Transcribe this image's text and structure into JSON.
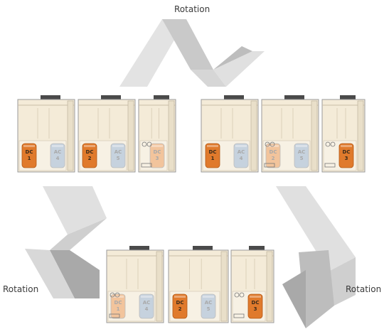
{
  "labels": {
    "rotation_top": "Rotation",
    "rotation_left": "Rotation",
    "rotation_right": "Rotation"
  },
  "colors": {
    "arrow_light": "#e3e3e3",
    "arrow_mid": "#c9c9c9",
    "arrow_dark": "#a9a9a9",
    "cabinet": "#f4ebd8",
    "cabinet_edge": "#9a9a9a",
    "fan_top": "#4a4a4a",
    "dc_active": "#e07a2c",
    "dc_faded": "#f2c49c",
    "ac_faded": "#c6d2de",
    "text_dark": "#3a2a1a",
    "text_faded": "#a9a9a9"
  },
  "groups": [
    {
      "name": "group-top-left",
      "units": [
        {
          "tanks": [
            {
              "type": "DC",
              "num": "1",
              "state": "active"
            },
            {
              "type": "AC",
              "num": "4",
              "state": "faded"
            }
          ],
          "pipes": false
        },
        {
          "tanks": [
            {
              "type": "DC",
              "num": "2",
              "state": "active"
            },
            {
              "type": "AC",
              "num": "5",
              "state": "faded"
            }
          ],
          "pipes": false
        },
        {
          "tanks": [
            {
              "type": "DC",
              "num": "3",
              "state": "faded"
            }
          ],
          "pipes": true
        }
      ]
    },
    {
      "name": "group-top-right",
      "units": [
        {
          "tanks": [
            {
              "type": "DC",
              "num": "1",
              "state": "active"
            },
            {
              "type": "AC",
              "num": "4",
              "state": "faded"
            }
          ],
          "pipes": false
        },
        {
          "tanks": [
            {
              "type": "DC",
              "num": "2",
              "state": "faded"
            },
            {
              "type": "AC",
              "num": "5",
              "state": "faded"
            }
          ],
          "pipes": true
        },
        {
          "tanks": [
            {
              "type": "DC",
              "num": "3",
              "state": "active"
            }
          ],
          "pipes": true
        }
      ]
    },
    {
      "name": "group-bottom",
      "units": [
        {
          "tanks": [
            {
              "type": "DC",
              "num": "1",
              "state": "faded"
            },
            {
              "type": "AC",
              "num": "4",
              "state": "faded"
            }
          ],
          "pipes": true
        },
        {
          "tanks": [
            {
              "type": "DC",
              "num": "2",
              "state": "active"
            },
            {
              "type": "AC",
              "num": "5",
              "state": "faded"
            }
          ],
          "pipes": false
        },
        {
          "tanks": [
            {
              "type": "DC",
              "num": "3",
              "state": "active"
            }
          ],
          "pipes": true
        }
      ]
    }
  ]
}
